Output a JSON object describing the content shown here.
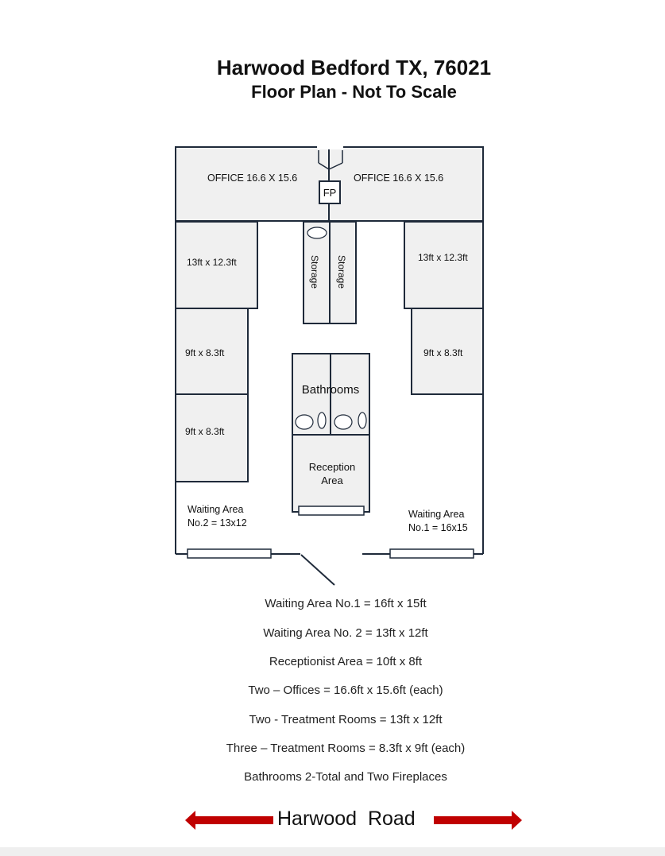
{
  "header": {
    "title": "Harwood Bedford TX, 76021",
    "subtitle": "Floor Plan - Not To Scale"
  },
  "rooms": {
    "office_left": "OFFICE 16.6 X 15.6",
    "office_right": "OFFICE 16.6 X 15.6",
    "fireplace": "FP",
    "storage_left": "Storage",
    "storage_right": "Storage",
    "treatment_left": "13ft x 12.3ft",
    "treatment_right": "13ft x 12.3ft",
    "small_left_1": "9ft x 8.3ft",
    "small_left_2": "9ft x 8.3ft",
    "small_right_1": "9ft x 8.3ft",
    "bathrooms": "Bathrooms",
    "reception_line1": "Reception",
    "reception_line2": "Area",
    "waiting2_line1": "Waiting Area",
    "waiting2_line2": "No.2 = 13x12",
    "waiting1_line1": "Waiting Area",
    "waiting1_line2": "No.1 = 16x15"
  },
  "summary": [
    "Waiting Area No.1 = 16ft x 15ft",
    "Waiting Area No. 2 = 13ft x 12ft",
    "Receptionist Area = 10ft x 8ft",
    "Two – Offices = 16.6ft x 15.6ft (each)",
    "Two - Treatment Rooms = 13ft x 12ft",
    "Three – Treatment Rooms = 8.3ft x 9ft (each)",
    "Bathrooms 2-Total  and Two Fireplaces"
  ],
  "road": {
    "label": "Harwood  Road",
    "arrow_color": "#c00000"
  },
  "colors": {
    "wall": "#1f2a3a",
    "room_fill": "#f0f0f0"
  }
}
